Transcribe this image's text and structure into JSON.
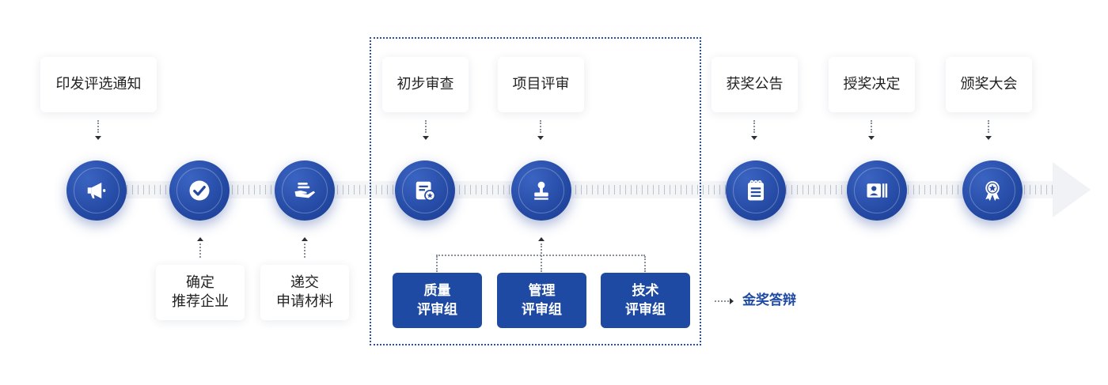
{
  "steps": {
    "notice": "印发评选通知",
    "confirm_line1": "确定",
    "confirm_line2": "推荐企业",
    "submit_line1": "递交",
    "submit_line2": "申请材料",
    "preliminary": "初步审查",
    "project_review": "项目评审",
    "announcement": "获奖公告",
    "decision": "授奖决定",
    "ceremony": "颁奖大会"
  },
  "groups": [
    {
      "line1": "质量",
      "line2": "评审组"
    },
    {
      "line1": "管理",
      "line2": "评审组"
    },
    {
      "line1": "技术",
      "line2": "评审组"
    }
  ],
  "defense": "金奖答辩",
  "icons": [
    "megaphone-icon",
    "check-circle-icon",
    "hand-document-icon",
    "certificate-icon",
    "stamp-icon",
    "notepad-icon",
    "id-card-icon",
    "award-badge-icon"
  ],
  "colors": {
    "node_blue": "#244aa4",
    "group_blue": "#1f4aa3",
    "frame_blue": "#2a4fa6",
    "track": "#f4f5f7"
  }
}
